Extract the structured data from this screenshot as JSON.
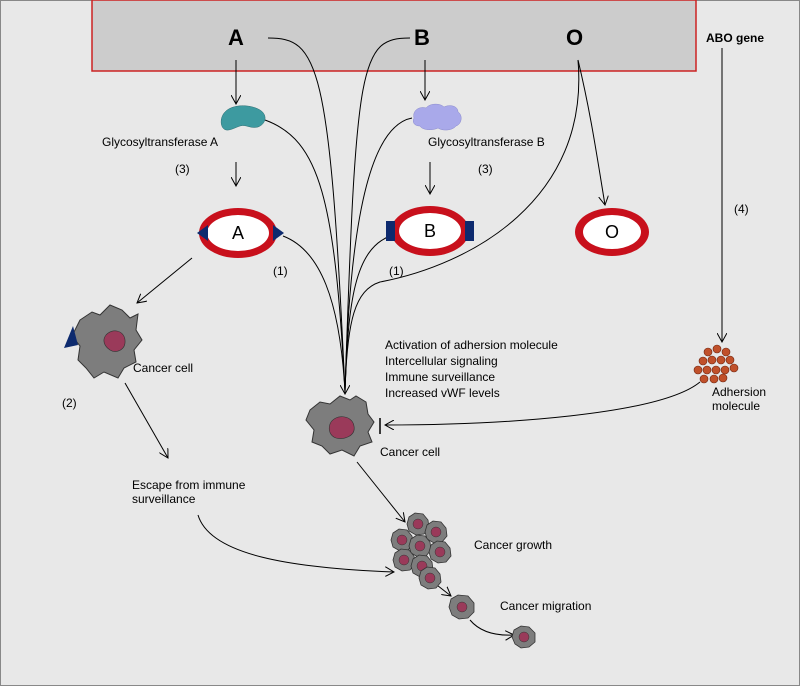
{
  "colors": {
    "background": "#e8e8e8",
    "gene_panel_fill": "#cccccc",
    "gene_panel_border": "#cc2222",
    "rbc_ring": "#c8101c",
    "antigen": "#0d2a6e",
    "enzyme_a": "#3d9aa0",
    "enzyme_b": "#a9a9ea",
    "cancer_cell": "#7d7d7d",
    "nucleus": "#9a3a5a",
    "adhesion": "#c0502a"
  },
  "gene_panel": {
    "allele_a": "A",
    "allele_b": "B",
    "allele_o": "O",
    "gene_label": "ABO gene"
  },
  "enzymes": {
    "a_label": "Glycosyltransferase A",
    "b_label": "Glycosyltransferase B"
  },
  "refs": {
    "ref3_left": "(3)",
    "ref3_right": "(3)",
    "ref1_left": "(1)",
    "ref1_right": "(1)",
    "ref2": "(2)",
    "ref4": "(4)"
  },
  "red_cells": {
    "a": "A",
    "b": "B",
    "o": "O"
  },
  "mechanisms": [
    "Activation of adhersion molecule",
    "Intercellular signaling",
    "Immune surveillance",
    "Increased vWF levels"
  ],
  "labels": {
    "cancer_cell_left": "Cancer cell",
    "cancer_cell_center": "Cancer cell",
    "escape": "Escape from immune surveillance",
    "adhesion": "Adhersion molecule",
    "growth": "Cancer growth",
    "migration": "Cancer migration"
  }
}
